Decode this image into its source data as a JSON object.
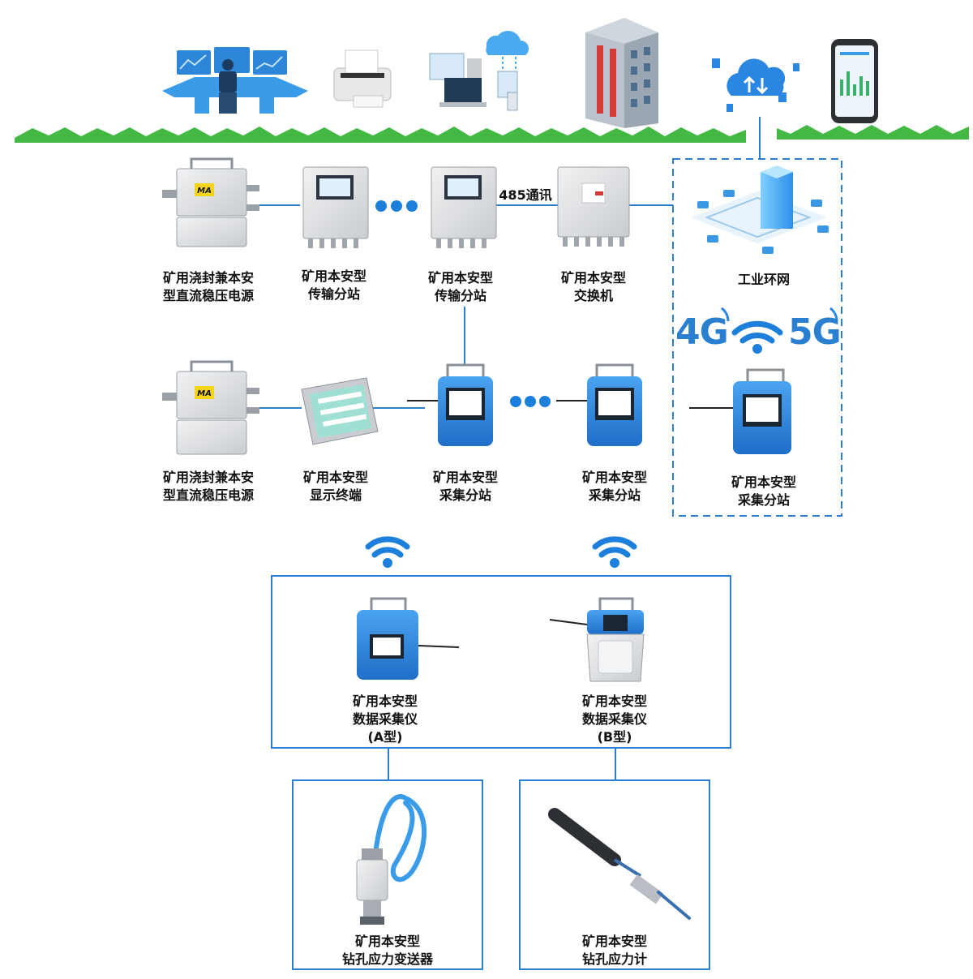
{
  "labels": {
    "power_supply_1": [
      "矿用浇封兼本安",
      "型直流稳压电源"
    ],
    "transmission_1": [
      "矿用本安型",
      "传输分站"
    ],
    "transmission_2": [
      "矿用本安型",
      "传输分站"
    ],
    "switch": [
      "矿用本安型",
      "交换机"
    ],
    "industrial_ring": [
      "工业环网"
    ],
    "power_supply_2": [
      "矿用浇封兼本安",
      "型直流稳压电源"
    ],
    "display_terminal": [
      "矿用本安型",
      "显示终端"
    ],
    "collector_1": [
      "矿用本安型",
      "采集分站"
    ],
    "collector_2": [
      "矿用本安型",
      "采集分站"
    ],
    "collector_3": [
      "矿用本安型",
      "采集分站"
    ],
    "data_acq_a": [
      "矿用本安型",
      "数据采集仪",
      "(A型)"
    ],
    "data_acq_b": [
      "矿用本安型",
      "数据采集仪",
      "(B型)"
    ],
    "stress_transmitter": [
      "矿用本安型",
      "钻孔应力变送器"
    ],
    "stress_meter": [
      "矿用本安型",
      "钻孔应力计"
    ]
  },
  "comm_label": "485通讯",
  "net_4g": "4G",
  "net_5g": "5G",
  "device_badge": "MA",
  "colors": {
    "line": "#2a7fd0",
    "accent_blue": "#1d7fdc",
    "device_blue": "#2f86e0",
    "grass": "#3bb53b",
    "steel": "#d8dadd"
  },
  "icons": [
    "monitoring-center-icon",
    "printer-icon",
    "computer-network-icon",
    "office-building-icon",
    "cloud-transfer-icon",
    "smartphone-icon",
    "wifi-icon"
  ]
}
